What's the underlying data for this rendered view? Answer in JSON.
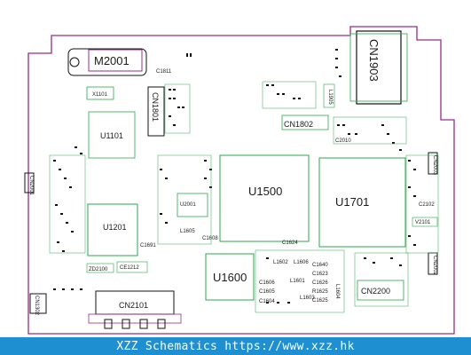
{
  "footer": {
    "text": "XZZ Schematics https://www.xzz.hk"
  },
  "colors": {
    "outline": "#9b2a8a",
    "component": "#2aa84a",
    "pad": "#111111",
    "footer_bg": "#1e8fd0"
  },
  "labels": {
    "M2001": "M2001",
    "CN1903": "CN1903",
    "CN1801": "CN1801",
    "U1101": "U1101",
    "X1101": "X1101",
    "CN1802": "CN1802",
    "U1500": "U1500",
    "U1701": "U1701",
    "U1201": "U1201",
    "U2001": "U2001",
    "U1600": "U1600",
    "CN2101": "CN2101",
    "CN2200": "CN2200",
    "ZD2100": "ZD2100",
    "CE1212": "CE1212",
    "L1605": "L1605",
    "L1602": "L1602",
    "L1606": "L1606",
    "L1601": "L1601",
    "L1603": "L1603",
    "L1604": "L1604",
    "V2101": "V2101",
    "C2102": "C2102",
    "C2010": "C2010",
    "C1811": "C1811",
    "L1905": "L1905",
    "C1608": "C1608",
    "C1691": "C1691",
    "C1624": "C1624",
    "C1640": "C1640",
    "C1623": "C1623",
    "C1626": "C1626",
    "R1625": "R1625",
    "C1625": "C1625",
    "C1606": "C1606",
    "C1605": "C1605",
    "C1604": "C1604",
    "CN1302": "CN1302",
    "CN2002": "CN2002",
    "CN2003": "CN2003",
    "CN2001": "CN2001"
  }
}
